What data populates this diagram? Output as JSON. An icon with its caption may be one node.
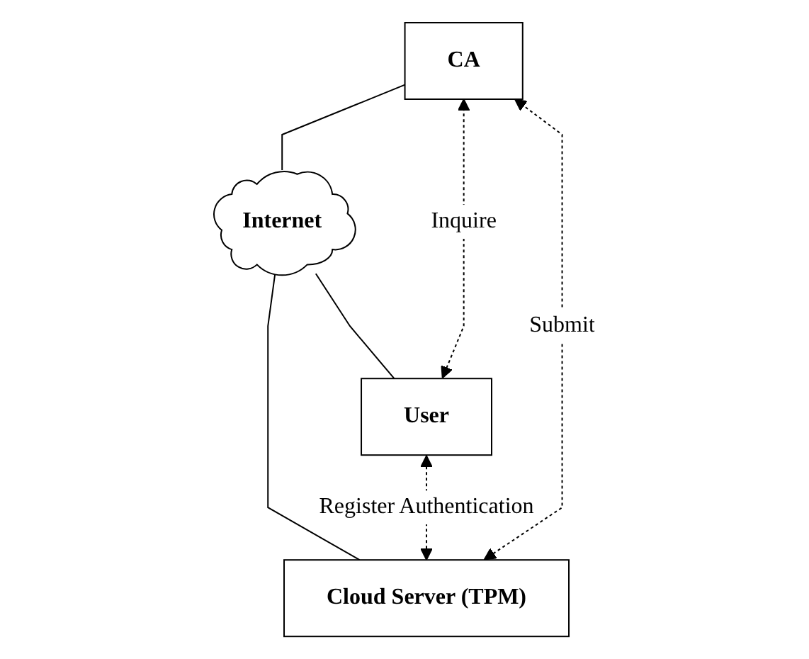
{
  "diagram": {
    "nodes": [
      {
        "text": [
          "CA"
        ]
      },
      {
        "text": [
          "Internet"
        ]
      },
      {
        "text": [
          "User"
        ]
      },
      {
        "text": [
          "Cloud Server (TPM)"
        ]
      }
    ],
    "edges": [
      {
        "from": 0,
        "to": 1,
        "arrow": "none"
      },
      {
        "from": 1,
        "to": 2,
        "arrow": "none"
      },
      {
        "from": 1,
        "to": 3,
        "arrow": "none"
      },
      {
        "from": 2,
        "to": 0,
        "arrow": "both",
        "style": "dashed",
        "label": "Inquire"
      },
      {
        "from": 3,
        "to": 0,
        "arrow": "both",
        "style": "dashed",
        "label": "Submit"
      },
      {
        "from": 2,
        "to": 3,
        "arrow": "both",
        "style": "dashed",
        "label": "Register Authentication"
      }
    ]
  }
}
